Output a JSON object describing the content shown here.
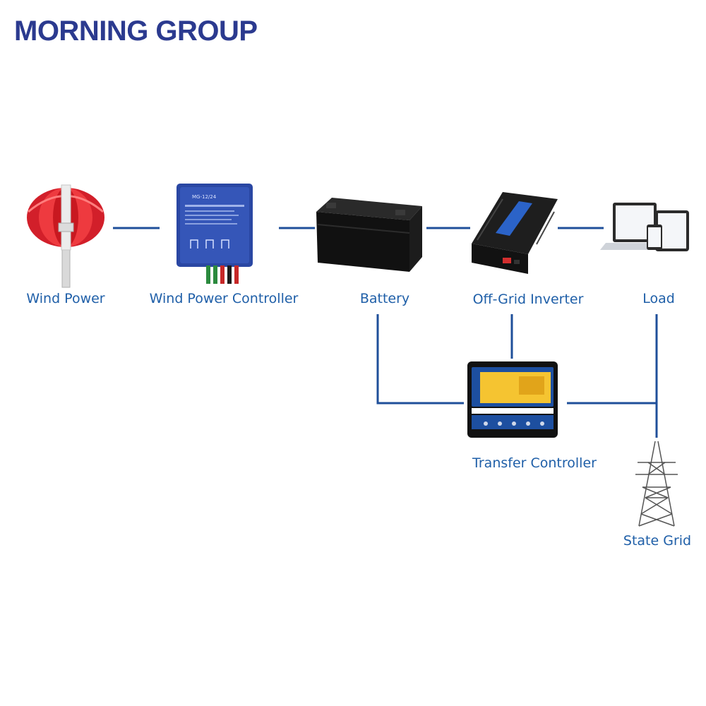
{
  "brand": {
    "name": "MORNING GROUP"
  },
  "nodes": {
    "wind_power": {
      "label": "Wind Power",
      "icon": "wind-turbine-icon"
    },
    "wind_power_controller": {
      "label": "Wind Power Controller",
      "icon": "charge-controller-icon",
      "device_text": "MG-12/24"
    },
    "battery": {
      "label": "Battery",
      "icon": "battery-icon"
    },
    "off_grid_inverter": {
      "label": "Off-Grid Inverter",
      "icon": "inverter-icon"
    },
    "load": {
      "label": "Load",
      "icon": "laptop-tablet-phone-icon"
    },
    "transfer_controller": {
      "label": "Transfer Controller",
      "icon": "transfer-controller-icon"
    },
    "state_grid": {
      "label": "State Grid",
      "icon": "power-pylon-icon"
    }
  },
  "colors": {
    "brand": "#2b3a8f",
    "label": "#1f5fa8",
    "connector": "#1f4f9a"
  }
}
